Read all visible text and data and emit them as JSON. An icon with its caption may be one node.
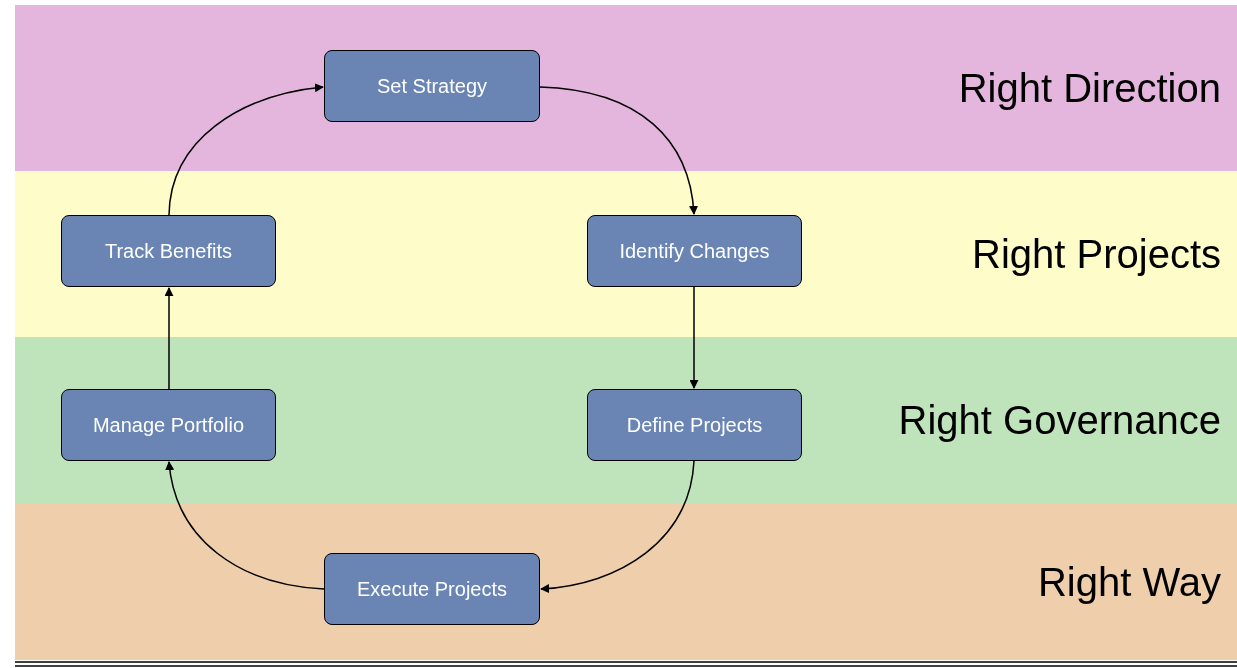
{
  "diagram": {
    "nodes": [
      {
        "text": [
          "Right Direction"
        ]
      },
      {
        "text": [
          "Set Strategy"
        ],
        "in": 0
      },
      {
        "text": [
          "Right Projects"
        ]
      },
      {
        "text": [
          "Track Benefits"
        ],
        "in": 2
      },
      {
        "text": [
          "Identify Changes"
        ],
        "in": 2
      },
      {
        "text": [
          "Right Governance"
        ]
      },
      {
        "text": [
          "Manage Portfolio"
        ],
        "in": 5
      },
      {
        "text": [
          "Define Projects"
        ],
        "in": 5
      },
      {
        "text": [
          "Right Way"
        ]
      },
      {
        "text": [
          "Execute Projects"
        ],
        "in": 8
      }
    ],
    "edges": [
      {
        "from": 1,
        "to": 4,
        "arrow": "to"
      },
      {
        "from": 4,
        "to": 7,
        "arrow": "to"
      },
      {
        "from": 7,
        "to": 9,
        "arrow": "to"
      },
      {
        "from": 9,
        "to": 6,
        "arrow": "to"
      },
      {
        "from": 6,
        "to": 3,
        "arrow": "to"
      },
      {
        "from": 3,
        "to": 1,
        "arrow": "to"
      }
    ]
  }
}
